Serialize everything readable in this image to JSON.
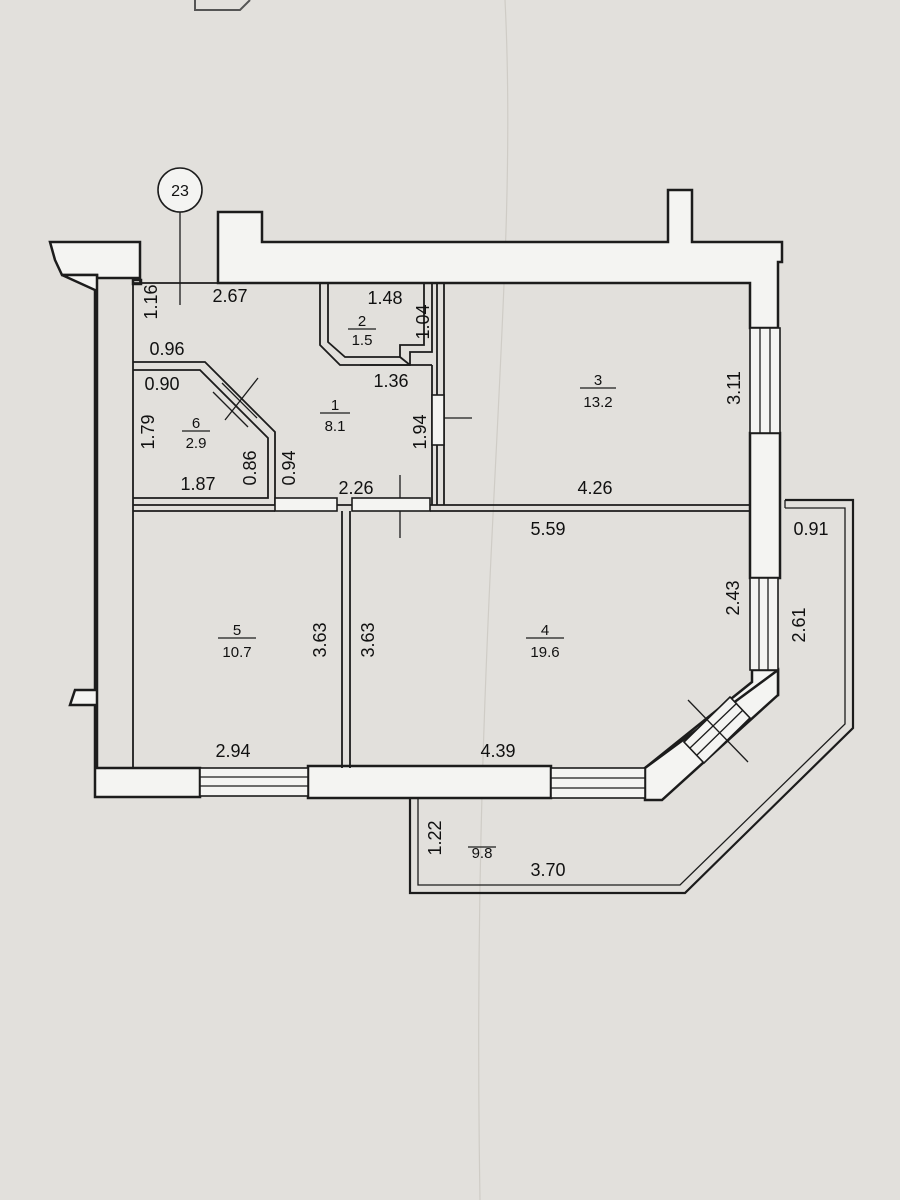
{
  "axis": {
    "label": "23"
  },
  "rooms": [
    {
      "number": "1",
      "area": "8.1"
    },
    {
      "number": "2",
      "area": "1.5"
    },
    {
      "number": "3",
      "area": "13.2"
    },
    {
      "number": "4",
      "area": "19.6"
    },
    {
      "number": "5",
      "area": "10.7"
    },
    {
      "number": "6",
      "area": "2.9"
    }
  ],
  "balcony": {
    "area": "9.8"
  },
  "dimensions": {
    "entry_top": "2.67",
    "entry_side": "1.16",
    "bath_width": "1.48",
    "bath_depth": "1.04",
    "hall_gap": "1.36",
    "closet_top": "0.96",
    "closet_diag": "0.90",
    "closet_height": "1.79",
    "closet_bottom": "1.87",
    "closet_inner": "0.86",
    "door_gap": "0.94",
    "hall_bottom": "2.26",
    "hall_height": "1.94",
    "room3_height": "3.11",
    "room3_width": "4.26",
    "room4_width": "5.59",
    "room4_window": "2.43",
    "balcony_side": "2.61",
    "balcony_top": "0.91",
    "wall_left": "3.63",
    "wall_right": "3.63",
    "room5_width": "2.94",
    "room4_bottom": "4.39",
    "balcony_depth": "1.22",
    "balcony_length": "3.70"
  }
}
